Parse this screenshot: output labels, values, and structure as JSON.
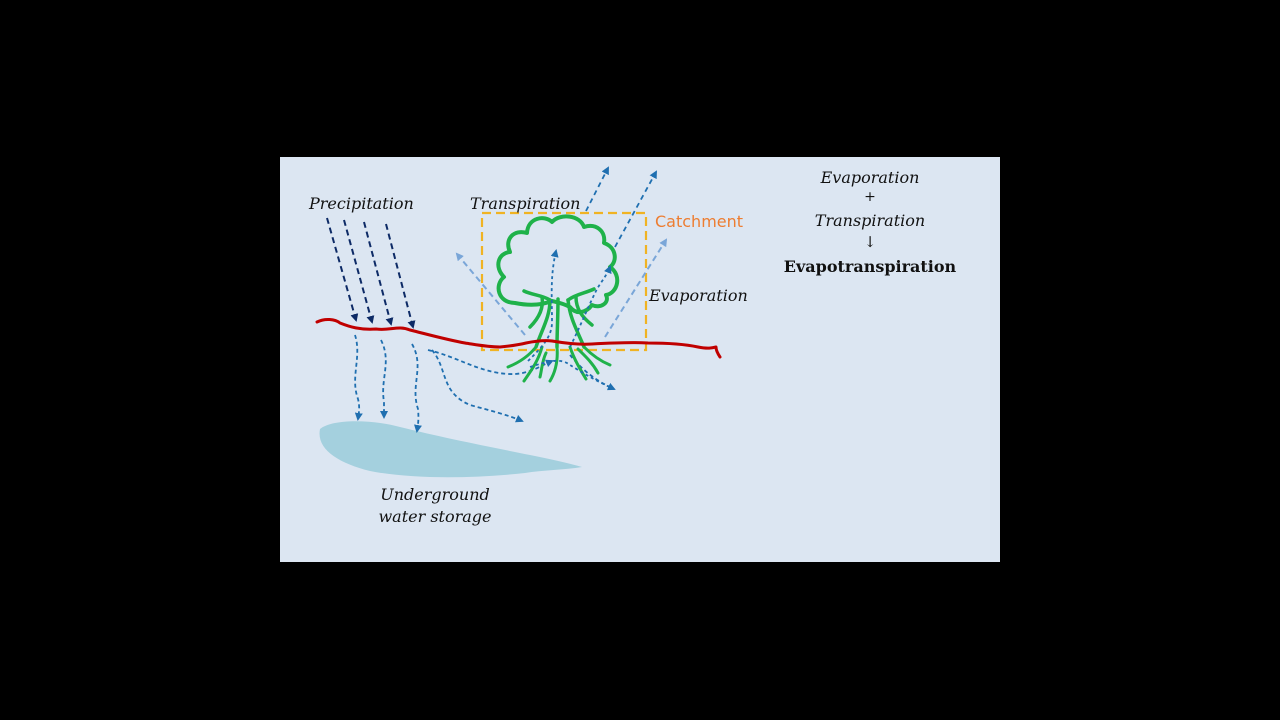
{
  "diagram": {
    "labels": {
      "precipitation": "Precipitation",
      "transpiration": "Transpiration",
      "catchment": "Catchment",
      "evaporation": "Evaporation",
      "underground_line1": "Underground",
      "underground_line2": "water storage"
    },
    "equation": {
      "term1": "Evaporation",
      "plus": "+",
      "term2": "Transpiration",
      "arrow": "↓",
      "result": "Evapotranspiration"
    },
    "colors": {
      "background": "#dce6f2",
      "ground_line": "#c00000",
      "catchment_box": "#f0b323",
      "catchment_label": "#ed7d31",
      "tree": "#1fb24a",
      "precipitation_arrows": "#0d2a66",
      "infiltration_arrows": "#1f6fb0",
      "transpiration_arrows": "#1f6fb0",
      "evaporation_arrows": "#7aa6d8",
      "groundwater": "#a4d0de"
    }
  }
}
